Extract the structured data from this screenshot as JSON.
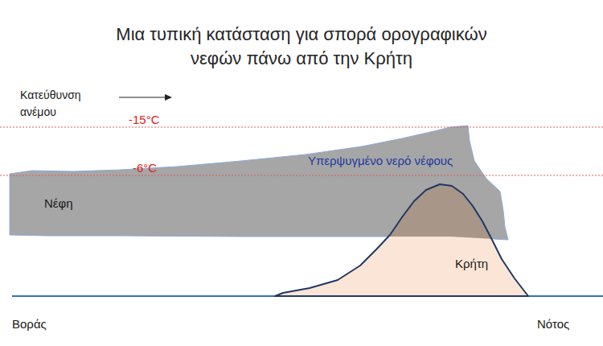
{
  "diagram": {
    "title": "Μια τυπική κατάσταση για σπορά ορογραφικών νεφών πάνω από την Κρήτη",
    "nodes": [
      {
        "text": [
          "Νέφη",
          "Υπερψυγμένο νερό νέφους"
        ]
      },
      {
        "text": [
          "Κρήτη"
        ]
      }
    ],
    "labels": [
      "Κατεύθυνση ανέμου",
      "-15°C",
      "-6°C",
      "Βοράς",
      "Νότος"
    ]
  }
}
